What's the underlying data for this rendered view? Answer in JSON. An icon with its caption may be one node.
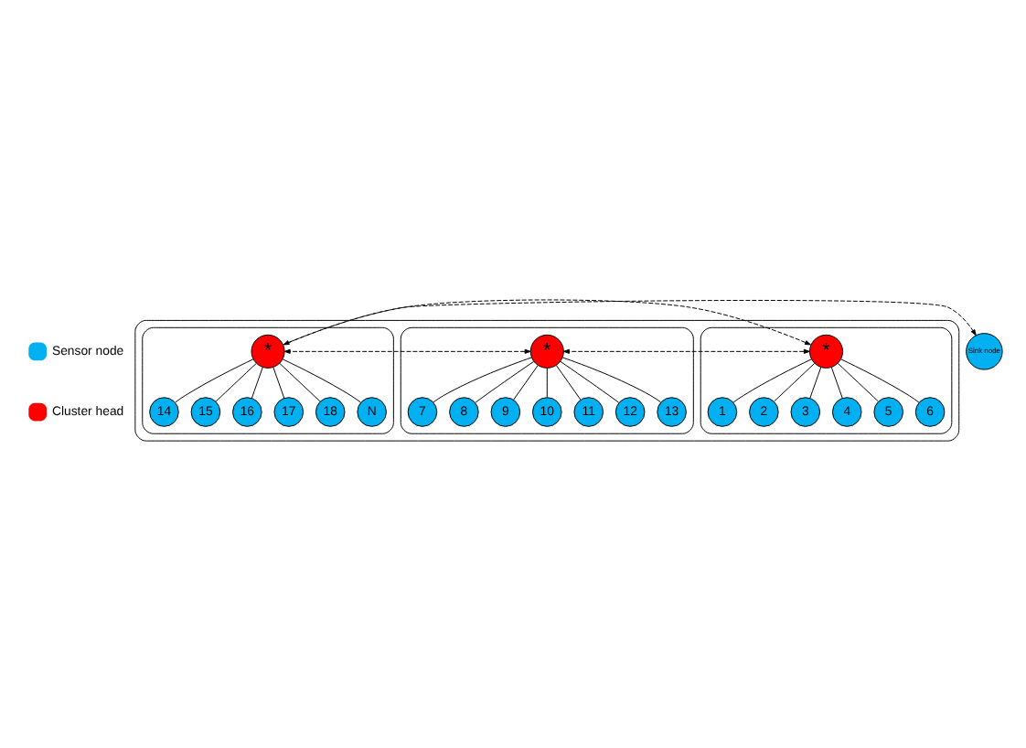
{
  "diagram": {
    "nodes": [
      {
        "text": [],
        "shape": "ellipse"
      },
      {
        "text": [],
        "shape": "ellipse",
        "in": 0
      },
      {
        "text": [
          "*"
        ],
        "in": 1
      },
      {
        "text": [
          "1"
        ],
        "in": 1
      },
      {
        "text": [
          "2"
        ],
        "in": 1
      },
      {
        "text": [
          "3"
        ],
        "in": 1
      },
      {
        "text": [
          "4"
        ],
        "in": 1
      },
      {
        "text": [
          "5"
        ],
        "in": 1
      },
      {
        "text": [
          "6"
        ],
        "in": 1
      },
      {
        "text": [],
        "shape": "ellipse",
        "in": 0
      },
      {
        "text": [
          "*"
        ],
        "in": 9
      },
      {
        "text": [
          "7"
        ],
        "in": 9
      },
      {
        "text": [
          "8"
        ],
        "in": 9
      },
      {
        "text": [
          "9"
        ],
        "in": 9
      },
      {
        "text": [
          "10"
        ],
        "in": 9
      },
      {
        "text": [
          "11"
        ],
        "in": 9
      },
      {
        "text": [
          "12"
        ],
        "in": 9
      },
      {
        "text": [
          "13"
        ],
        "in": 9
      },
      {
        "text": [],
        "shape": "ellipse",
        "in": 0
      },
      {
        "text": [
          "*"
        ],
        "in": 18
      },
      {
        "text": [
          "14"
        ],
        "in": 18
      },
      {
        "text": [
          "15"
        ],
        "in": 18
      },
      {
        "text": [
          "16"
        ],
        "in": 18
      },
      {
        "text": [
          "17"
        ],
        "in": 18
      },
      {
        "text": [
          "18"
        ],
        "in": 18
      },
      {
        "text": [
          "N"
        ],
        "in": 18
      },
      {
        "text": [
          "Sink node"
        ]
      }
    ],
    "edges": [
      {
        "from": 2,
        "to": 3,
        "arrow": "none"
      },
      {
        "from": 2,
        "to": 4,
        "arrow": "none"
      },
      {
        "from": 2,
        "to": 5,
        "arrow": "none"
      },
      {
        "from": 2,
        "to": 6,
        "arrow": "none"
      },
      {
        "from": 2,
        "to": 7,
        "arrow": "none"
      },
      {
        "from": 2,
        "to": 8,
        "arrow": "none"
      },
      {
        "from": 10,
        "to": 11,
        "arrow": "none"
      },
      {
        "from": 10,
        "to": 12,
        "arrow": "none"
      },
      {
        "from": 10,
        "to": 13,
        "arrow": "none"
      },
      {
        "from": 10,
        "to": 14,
        "arrow": "none"
      },
      {
        "from": 10,
        "to": 15,
        "arrow": "none"
      },
      {
        "from": 10,
        "to": 16,
        "arrow": "none"
      },
      {
        "from": 10,
        "to": 17,
        "arrow": "none"
      },
      {
        "from": 19,
        "to": 20,
        "arrow": "none"
      },
      {
        "from": 19,
        "to": 21,
        "arrow": "none"
      },
      {
        "from": 19,
        "to": 22,
        "arrow": "none"
      },
      {
        "from": 19,
        "to": 23,
        "arrow": "none"
      },
      {
        "from": 19,
        "to": 24,
        "arrow": "none"
      },
      {
        "from": 19,
        "to": 25,
        "arrow": "none"
      },
      {
        "from": 2,
        "to": 19,
        "arrow": "both",
        "style": "dashed"
      },
      {
        "from": 2,
        "to": 10,
        "arrow": "both",
        "style": "dashed"
      },
      {
        "from": 10,
        "to": 19,
        "arrow": "both",
        "style": "dashed"
      },
      {
        "from": 19,
        "to": 26,
        "arrow": "to",
        "style": "dashed"
      }
    ],
    "legend": [
      {
        "text": "Sensor node",
        "color": "#00b0f0"
      },
      {
        "text": "Cluster head",
        "color": "#ff0000"
      }
    ]
  }
}
